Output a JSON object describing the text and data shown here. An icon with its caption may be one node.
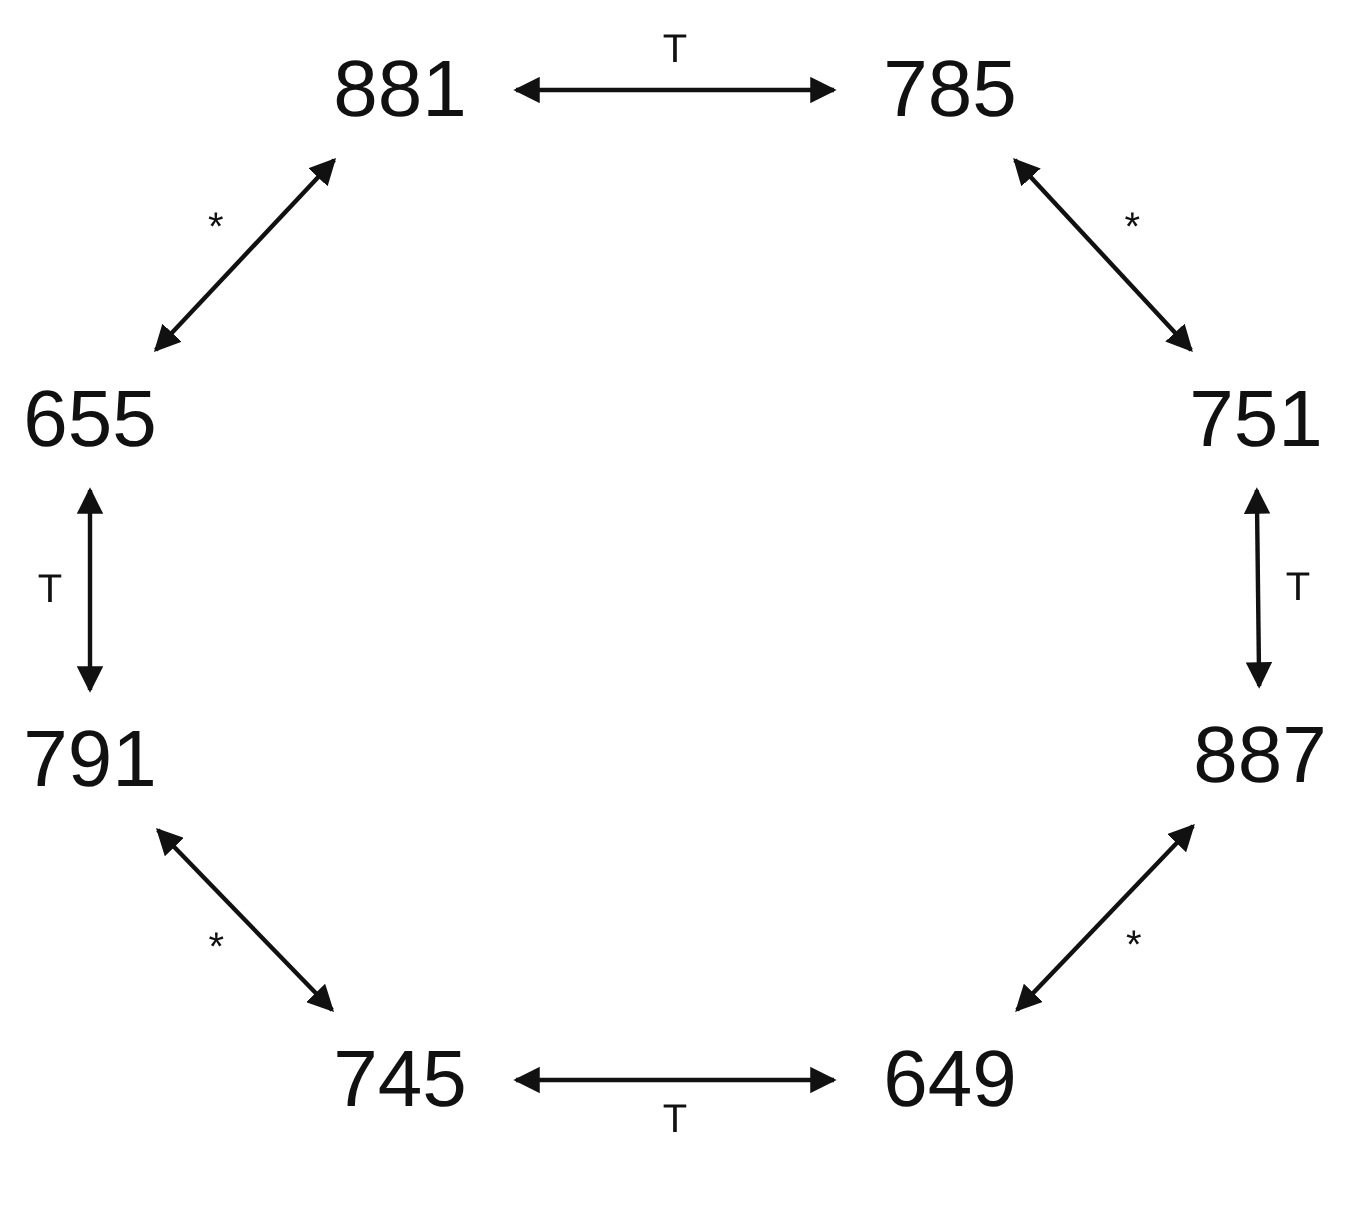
{
  "diagram": {
    "nodes": [
      {
        "text": [
          "881"
        ]
      },
      {
        "text": [
          "785"
        ]
      },
      {
        "text": [
          "655"
        ]
      },
      {
        "text": [
          "751"
        ]
      },
      {
        "text": [
          "791"
        ]
      },
      {
        "text": [
          "887"
        ]
      },
      {
        "text": [
          "745"
        ]
      },
      {
        "text": [
          "649"
        ]
      }
    ],
    "edges": [
      {
        "from": 0,
        "to": 1,
        "arrow": "both",
        "label": "T"
      },
      {
        "from": 1,
        "to": 3,
        "arrow": "both",
        "label": "*"
      },
      {
        "from": 3,
        "to": 5,
        "arrow": "both",
        "label": "T"
      },
      {
        "from": 5,
        "to": 7,
        "arrow": "both",
        "label": "*"
      },
      {
        "from": 6,
        "to": 7,
        "arrow": "both",
        "label": "T"
      },
      {
        "from": 4,
        "to": 6,
        "arrow": "both",
        "label": "*"
      },
      {
        "from": 2,
        "to": 4,
        "arrow": "both",
        "label": "T"
      },
      {
        "from": 0,
        "to": 2,
        "arrow": "both",
        "label": "*"
      }
    ]
  }
}
